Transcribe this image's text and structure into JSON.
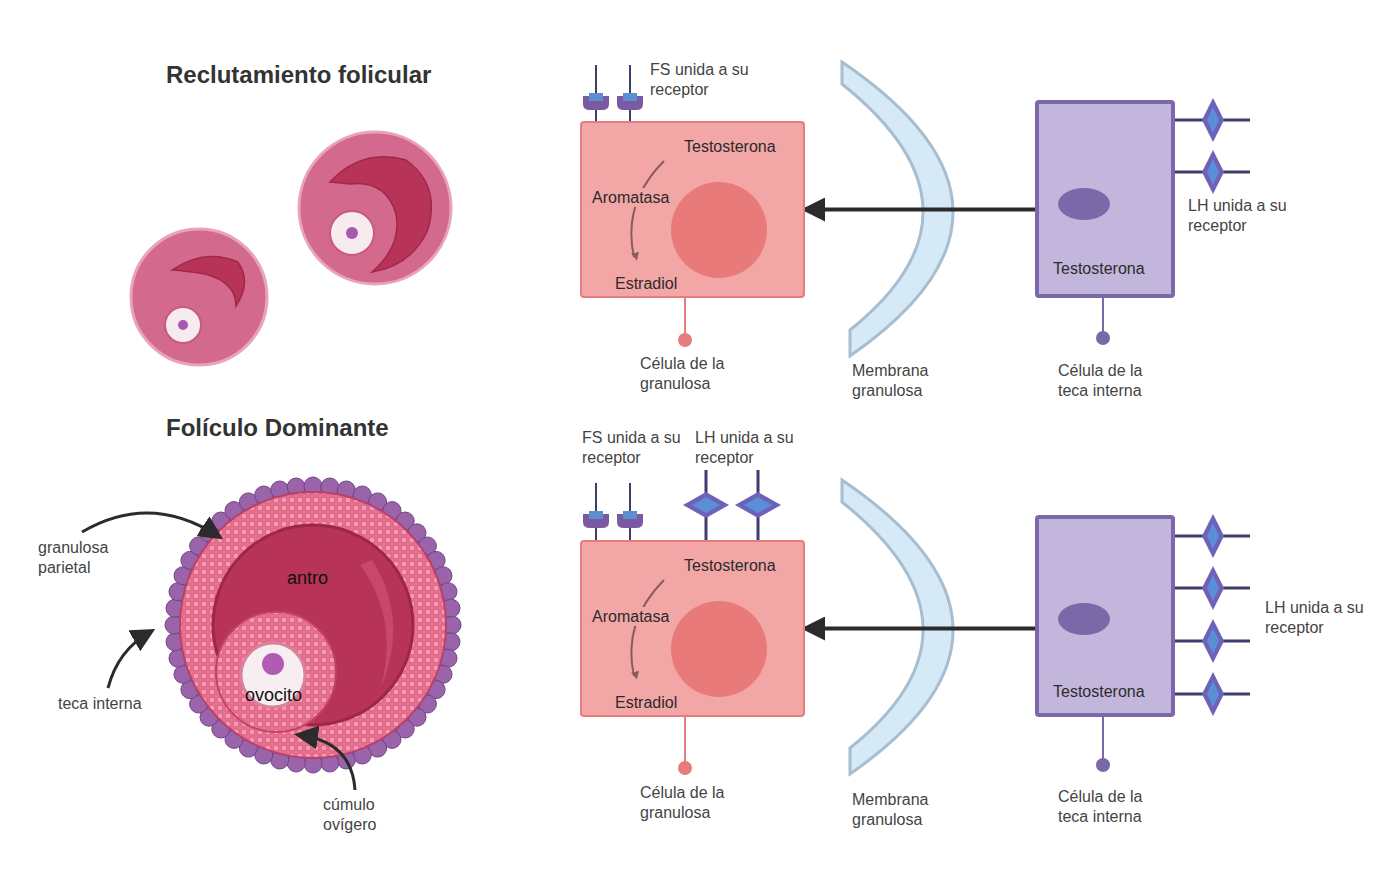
{
  "diagram": {
    "nodes": [
      {
        "text": [
          "Testosterona",
          "Aromatasa",
          "Estradiol"
        ]
      },
      {
        "text": [
          "Testosterona"
        ]
      },
      {
        "text": [
          "Testosterona",
          "Aromatasa",
          "Estradiol"
        ]
      },
      {
        "text": [
          "Testosterona"
        ]
      }
    ],
    "edges": [
      {
        "from": 1,
        "to": 0,
        "arrow": "to"
      },
      {
        "from": 3,
        "to": 2,
        "arrow": "to"
      }
    ],
    "labels": [
      "Reclutamiento folicular",
      "FS unida a su receptor",
      "LH unida a su receptor",
      "Célula de la granulosa",
      "Membrana granulosa",
      "Célula de la teca interna",
      "Folículo Dominante",
      "granulosa parietal",
      "antro",
      "teca interna",
      "ovocito",
      "cúmulo ovígero",
      "FS unida a su receptor",
      "LH unida a su receptor",
      "LH unida a su receptor",
      "Célula de la granulosa",
      "Membrana granulosa",
      "Célula de la teca interna"
    ]
  }
}
